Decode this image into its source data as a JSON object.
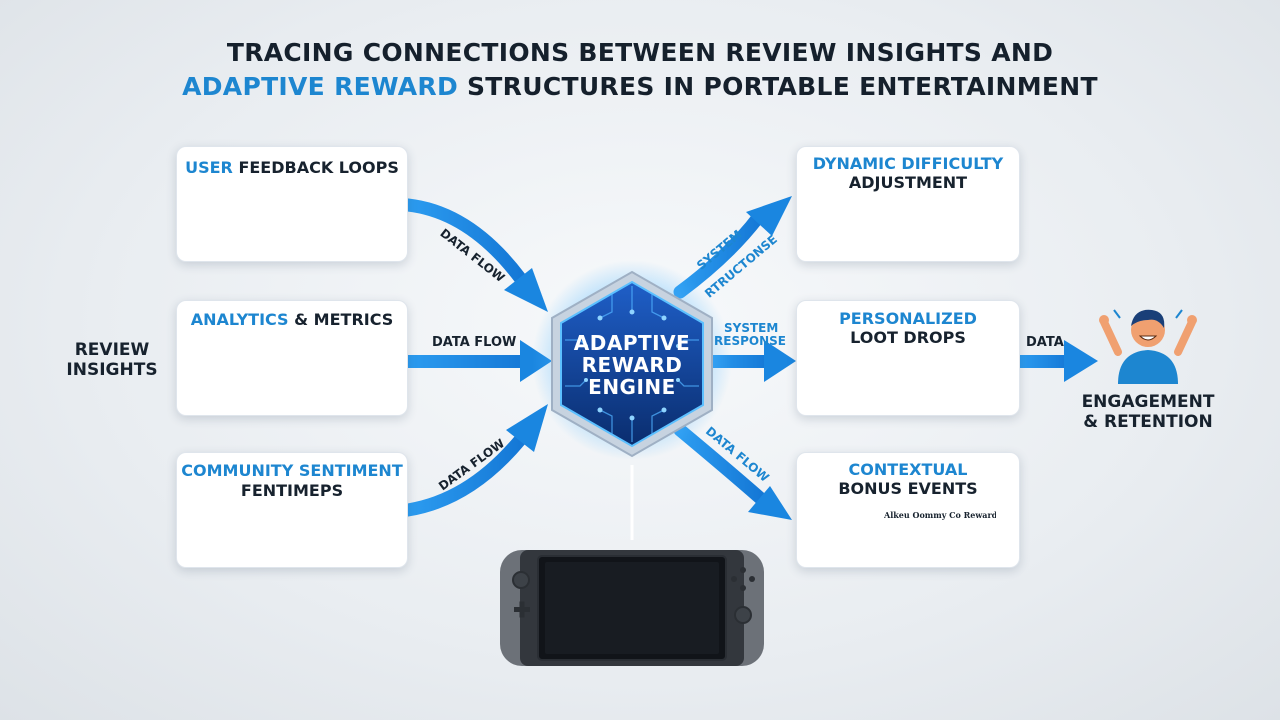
{
  "title": {
    "line1": "TRACING CONNECTIONS BETWEEN REVIEW INSIGHTS AND",
    "line2_accent": "ADAPTIVE REWARD",
    "line2_rest": " STRUCTURES IN PORTABLE ENTERTAINMENT"
  },
  "left_label": {
    "line1": "REVIEW",
    "line2": "INSIGHTS"
  },
  "right_label": {
    "line1": "ENGAGEMENT",
    "line2": "& RETENTION"
  },
  "cards": {
    "user_feedback": {
      "title_accent": "USER",
      "title_rest": " FEEDBACK LOOPS"
    },
    "analytics": {
      "title_accent": "ANALYTICS",
      "title_rest": " & METRICS"
    },
    "community": {
      "title_line1": "COMMUNITY SENTIMENT",
      "title_line2": "FENTIMEPS"
    },
    "difficulty": {
      "title_line1": "DYNAMIC DIFFICULTY",
      "title_line2": "ADJUSTMENT"
    },
    "loot": {
      "title_line1": "PERSONALIZED",
      "title_line2": "LOOT DROPS"
    },
    "bonus": {
      "title_line1": "CONTEXTUAL",
      "title_line2": "BONUS EVENTS",
      "notification": "Alkeu Oommy Co Rewards"
    }
  },
  "engine": {
    "line1": "ADAPTIVE",
    "line2": "REWARD",
    "line3": "ENGINE"
  },
  "flows": {
    "top_left": "DATA FLOW",
    "mid_left": "DATA FLOW",
    "bottom_left": "DATA FLOW",
    "top_right_1": "SYSTEM",
    "top_right_2": "RTRUCTONSE",
    "mid_right_1": "SYSTEM",
    "mid_right_2": "RESPONSE",
    "bottom_right": "DATA FLOW",
    "far_right": "DATA"
  },
  "colors": {
    "accent": "#1d86d0",
    "dark": "#17222e",
    "navy": "#1a3f78",
    "engine": "#0f3d8c"
  }
}
